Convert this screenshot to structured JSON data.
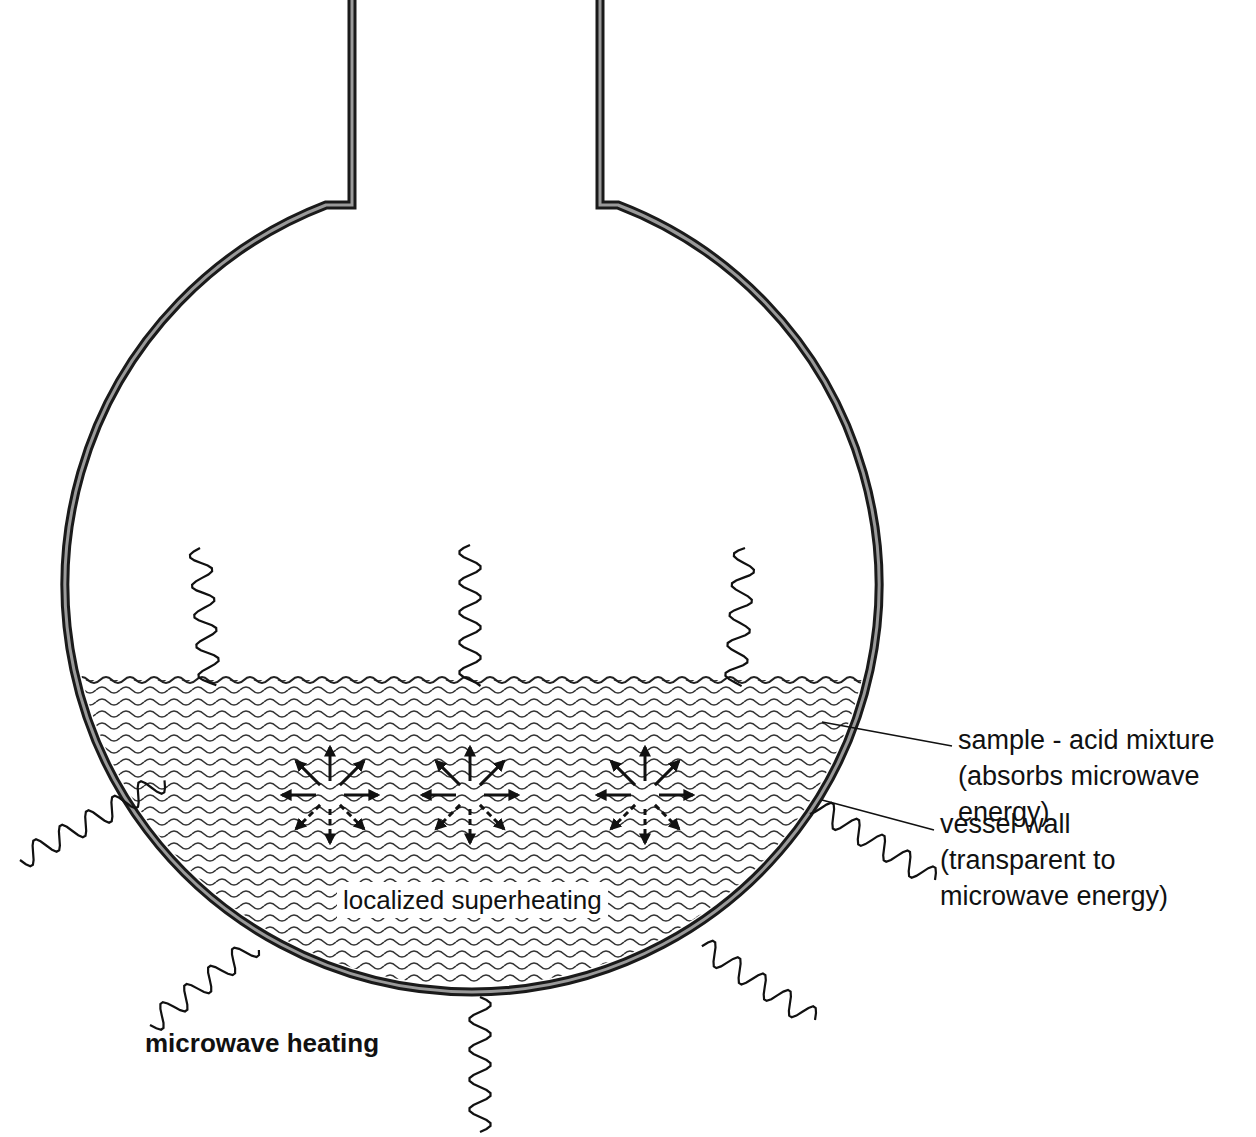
{
  "diagram": {
    "labels": [
      "sample - acid mixture (absorbs microwave energy)",
      "vessel wall (transparent to microwave energy)",
      "localized superheating",
      "microwave heating"
    ]
  }
}
